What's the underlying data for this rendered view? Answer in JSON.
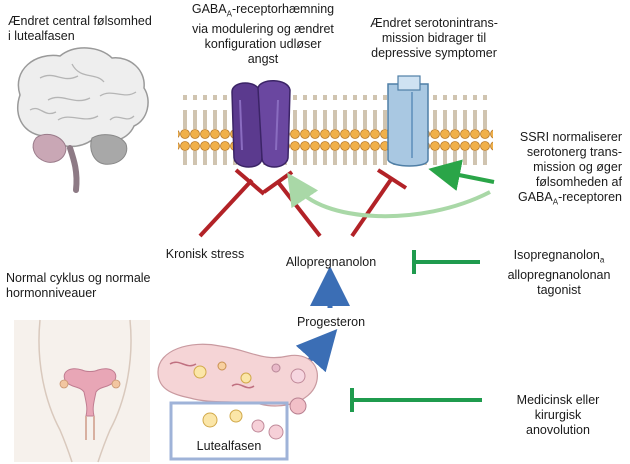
{
  "labels": {
    "central": [
      "Ændret central følsomhed",
      "i lutealfasen"
    ],
    "gaba": [
      "GABA|A|-receptorhæmning",
      "via modulering og ændret",
      "konfiguration udløser",
      "angst"
    ],
    "serotonin": [
      "Ændret serotonintrans-",
      "mission bidrager til",
      "depressive symptomer"
    ],
    "ssri": [
      "SSRI normaliserer",
      "serotonerg trans-",
      "mission og øger",
      "følsomheden af",
      "GABA|A|-receptoren"
    ],
    "stress": "Kronisk stress",
    "allo": "Allopregnanolon",
    "iso": [
      "Isopregnanolon|a|",
      "allopregnanolonan",
      "tagonist"
    ],
    "normal": [
      "Normal cyklus og normale",
      "hormonniveauer"
    ],
    "progesteron": "Progesteron",
    "medicinsk": [
      "Medicinsk eller",
      "kirurgisk",
      "anovolution"
    ],
    "luteal": "Lutealfasen"
  },
  "colors": {
    "red_inhibit": "#b22227",
    "green_inhibit": "#1f9b4e",
    "light_green_arrow": "#a9d8a7",
    "green_arrow": "#2aa548",
    "blue_arrow": "#3b6eb5",
    "membrane_fill": "#f0b04a",
    "membrane_edge": "#b97a28",
    "gaba_receptor": "#5b3a8e",
    "serotonin_transporter": "#a9c8e2",
    "luteal_box": "#9fb3d8"
  }
}
